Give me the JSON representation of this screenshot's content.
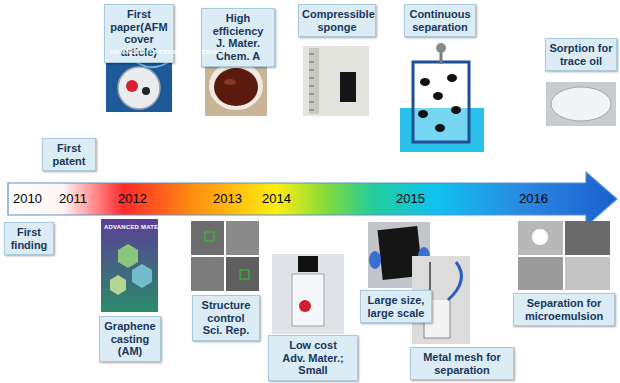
{
  "diagram": {
    "nodes": [
      {
        "text": [
          "First paper(AFM cover article)"
        ]
      },
      {
        "text": [
          "High efficiency",
          "J. Mater. Chem. A"
        ]
      },
      {
        "text": [
          "Compressible sponge"
        ]
      },
      {
        "text": [
          "Continuous separation"
        ]
      },
      {
        "text": [
          "Sorption for trace oil"
        ]
      },
      {
        "text": [
          "First patent"
        ]
      },
      {
        "text": [
          "First finding"
        ]
      },
      {
        "text": [
          "Structure control",
          "Sci. Rep."
        ]
      },
      {
        "text": [
          "Large size, large scale"
        ]
      },
      {
        "text": [
          "Separation for microemulsion"
        ]
      },
      {
        "text": [
          "Graphene casting",
          "(AM)"
        ]
      },
      {
        "text": [
          "Low cost",
          "Adv. Mater.; Small"
        ]
      },
      {
        "text": [
          "Metal mesh for separation"
        ]
      }
    ],
    "labels": [
      "2010",
      "2011",
      "2012",
      "2013",
      "2014",
      "2015",
      "2016",
      "ADVANCED FUNCTIONAL MATERIALS",
      "ADVANCED MATERIALS"
    ]
  }
}
